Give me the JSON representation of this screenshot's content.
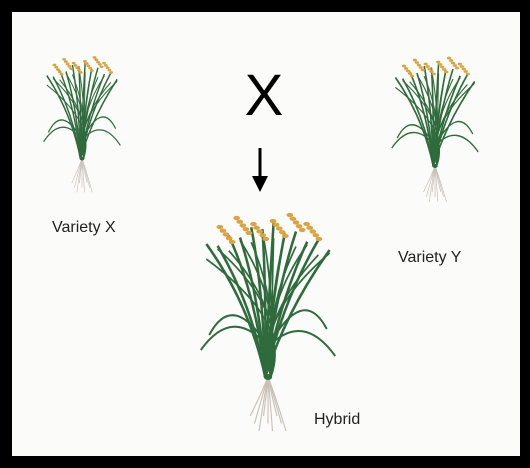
{
  "figure": {
    "cross_symbol": "X",
    "parents": [
      {
        "label": "Variety X"
      },
      {
        "label": "Variety Y"
      }
    ],
    "offspring": {
      "label": "Hybrid"
    }
  },
  "colors": {
    "background": "#fbfbf9",
    "border": "#000000",
    "leaf": "#2f6b3c",
    "grain": "#d9a441",
    "root": "#c9bfb6",
    "arrow": "#000000"
  },
  "icons": {
    "plant": "rice-plant-illustration",
    "arrow": "arrow-down-icon"
  }
}
